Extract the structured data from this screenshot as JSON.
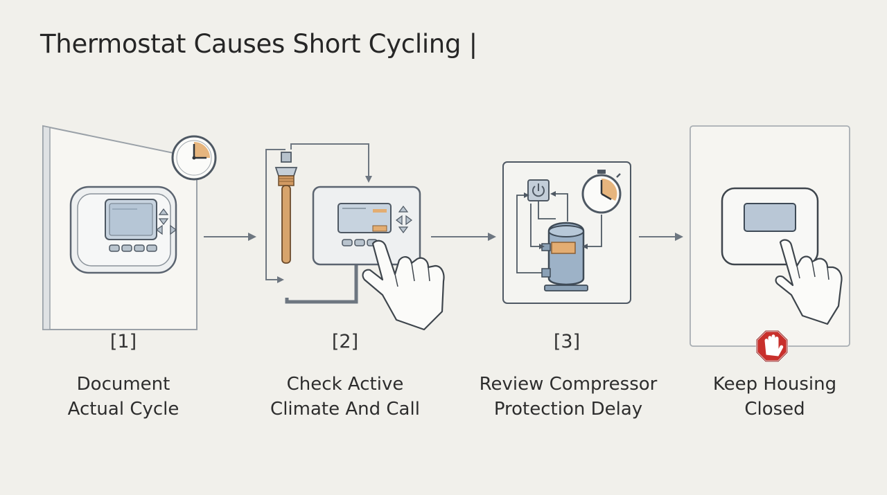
{
  "title": "Thermostat Causes Short Cycling |",
  "steps": [
    {
      "number": "[1]",
      "line1": "Document",
      "line2": "Actual Cycle",
      "icon": "wall-thermostat-with-clock-icon"
    },
    {
      "number": "[2]",
      "line1": "Check Active",
      "line2": "Climate And Call",
      "icon": "sensor-and-thermostat-press-icon"
    },
    {
      "number": "[3]",
      "line1": "Review Compressor",
      "line2": "Protection Delay",
      "icon": "compressor-timer-icon"
    },
    {
      "number": "",
      "line1": "Keep Housing",
      "line2": "Closed",
      "icon": "closed-housing-stop-icon"
    }
  ],
  "colors": {
    "background": "#f1f0eb",
    "outline": "#5b6470",
    "screen": "#b9c7d6",
    "accent_orange": "#e3ad72",
    "compressor_blue": "#9db2c7",
    "stop_red": "#c8302c"
  }
}
